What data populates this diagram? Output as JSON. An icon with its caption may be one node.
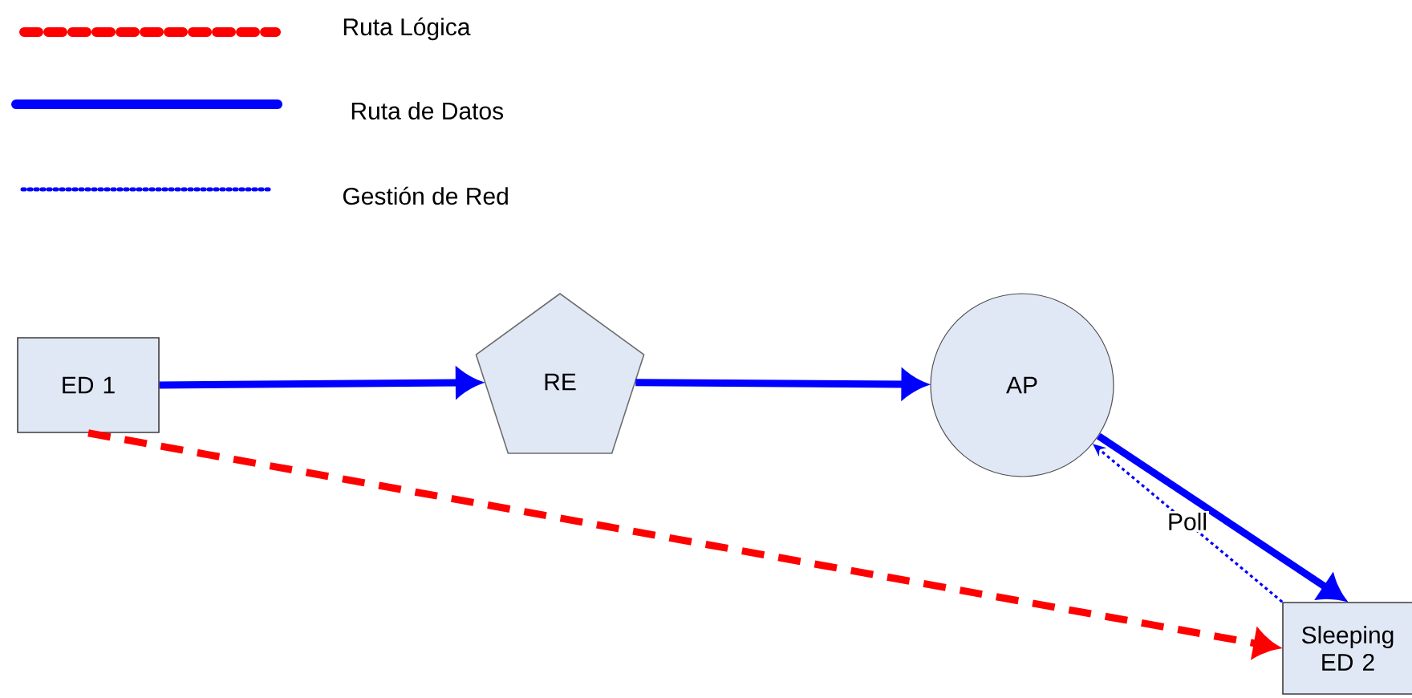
{
  "diagram": {
    "nodes": [
      {
        "text": [
          "ED 1"
        ]
      },
      {
        "text": [
          "RE"
        ]
      },
      {
        "text": [
          "AP"
        ]
      },
      {
        "text": [
          "Sleeping ED 2"
        ]
      }
    ],
    "edges": [
      {
        "from": 0,
        "to": 1,
        "arrow": "to"
      },
      {
        "from": 1,
        "to": 2,
        "arrow": "to"
      },
      {
        "from": 2,
        "to": 3,
        "arrow": "to"
      },
      {
        "from": 0,
        "to": 3,
        "arrow": "to",
        "style": "dashed",
        "color": "#ff0000"
      },
      {
        "from": 3,
        "to": 2,
        "arrow": "to",
        "style": "dashed",
        "label": "Poll"
      }
    ],
    "legend": [
      {
        "text": "Ruta Lógica"
      },
      {
        "text": "Ruta de Datos"
      },
      {
        "text": "Gestión de Red"
      }
    ]
  }
}
